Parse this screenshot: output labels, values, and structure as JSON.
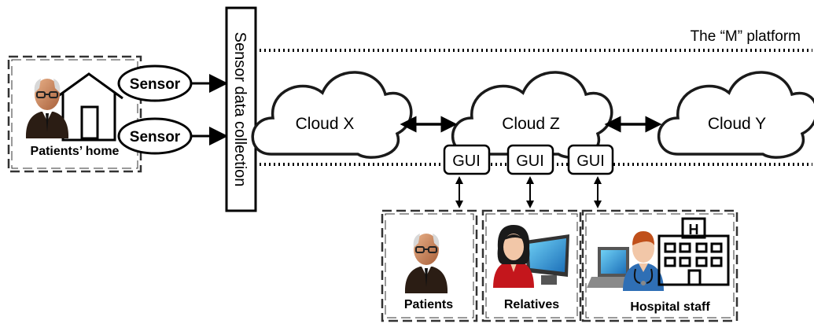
{
  "platform_label": "The “M” platform",
  "sensor_collection_label": "Sensor data collection",
  "sensors": [
    "Sensor",
    "Sensor"
  ],
  "home_label": "Patients’ home",
  "clouds": {
    "x": "Cloud X",
    "z": "Cloud Z",
    "y": "Cloud Y"
  },
  "gui_labels": [
    "GUI",
    "GUI",
    "GUI"
  ],
  "user_groups": {
    "patients": "Patients",
    "relatives": "Relatives",
    "hospital": "Hospital staff"
  },
  "icons": [
    "patient-icon",
    "house-icon",
    "cloud-icon",
    "relative-icon",
    "doctor-icon",
    "laptop-icon",
    "monitor-icon",
    "hospital-building-icon"
  ],
  "colors": {
    "line": "#000000",
    "dash_box": "#333333",
    "cloud_stroke": "#1a1a1a",
    "skin": "#c9875a",
    "suit": "#2b1d14",
    "red_shirt": "#c4161c",
    "blue_uniform": "#2f6fb5"
  }
}
